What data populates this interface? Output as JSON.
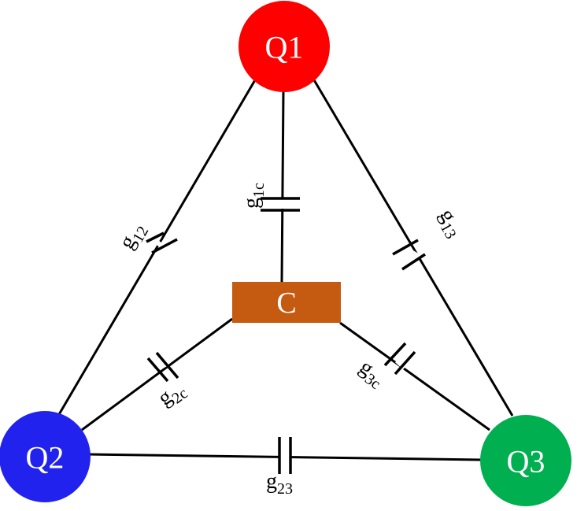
{
  "nodes": {
    "q1": {
      "label": "Q1",
      "color": "#ff0000"
    },
    "q2": {
      "label": "Q2",
      "color": "#2222ee"
    },
    "q3": {
      "label": "Q3",
      "color": "#00b050"
    }
  },
  "coupler": {
    "label": "C",
    "color": "#c55a11"
  },
  "couplings": {
    "g12": {
      "symbol": "g",
      "subscript": "12"
    },
    "g13": {
      "symbol": "g",
      "subscript": "13"
    },
    "g23": {
      "symbol": "g",
      "subscript": "23"
    },
    "g1c": {
      "symbol": "g",
      "subscript": "1c"
    },
    "g2c": {
      "symbol": "g",
      "subscript": "2c"
    },
    "g3c": {
      "symbol": "g",
      "subscript": "3c"
    }
  }
}
